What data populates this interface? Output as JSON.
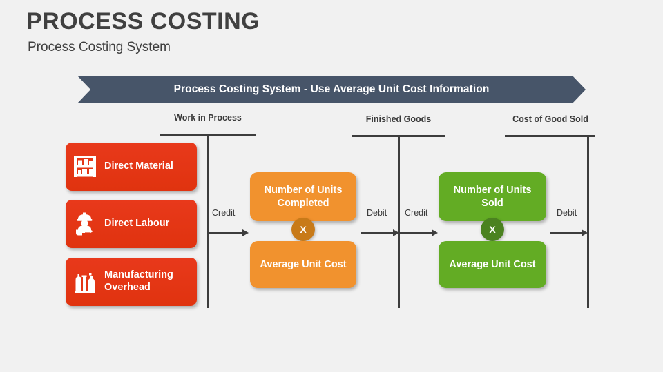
{
  "header": {
    "title": "PROCESS COSTING",
    "subtitle": "Process Costing System"
  },
  "banner": {
    "text": "Process Costing System - Use Average Unit Cost Information",
    "color": "#475569"
  },
  "accounts": [
    {
      "title": "Work in Process"
    },
    {
      "title": "Finished Goods"
    },
    {
      "title": "Cost of Good Sold"
    }
  ],
  "inputs": {
    "color": "#e8381a",
    "items": [
      {
        "label": "Direct Material",
        "icon": "shelf-rack-icon"
      },
      {
        "label": "Direct Labour",
        "icon": "worker-drill-icon"
      },
      {
        "label": "Manufacturing Overhead",
        "icon": "factory-icon"
      }
    ]
  },
  "wip_group": {
    "color": "#f1922e",
    "operator_color": "#c87a18",
    "top_box": "Number of Units Completed",
    "operator": "X",
    "bottom_box": "Average Unit Cost"
  },
  "fg_group": {
    "color": "#63ac24",
    "operator_color": "#4b8220",
    "top_box": "Number of Units Sold",
    "operator": "X",
    "bottom_box": "Average Unit Cost"
  },
  "flows": [
    {
      "label": "Credit"
    },
    {
      "label": "Debit"
    },
    {
      "label": "Credit"
    },
    {
      "label": "Debit"
    }
  ]
}
